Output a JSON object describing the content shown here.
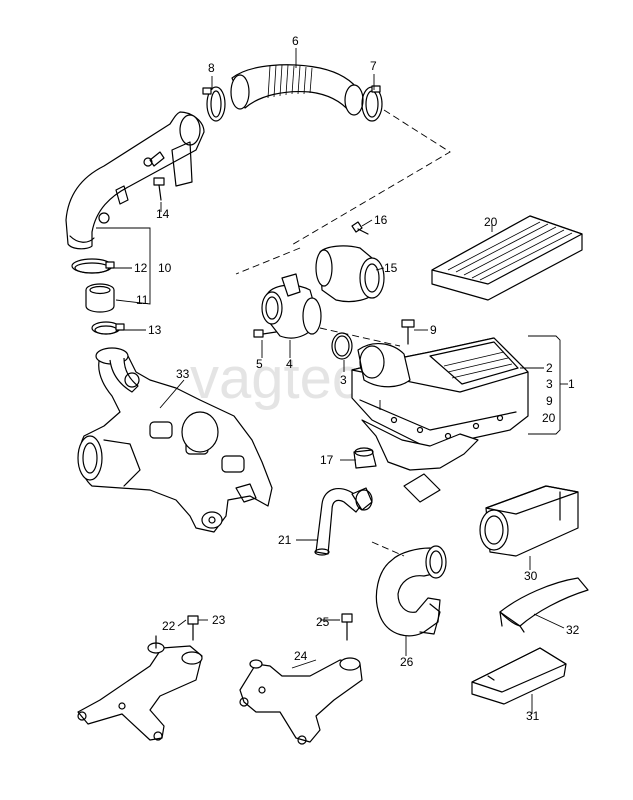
{
  "watermark": "vagtec.ru",
  "callouts": {
    "c1": "1",
    "c2": "2",
    "c3a": "3",
    "c3b": "3",
    "c4": "4",
    "c5": "5",
    "c6": "6",
    "c7": "7",
    "c8": "8",
    "c9a": "9",
    "c9b": "9",
    "c10": "10",
    "c11": "11",
    "c12": "12",
    "c13": "13",
    "c14": "14",
    "c15": "15",
    "c16": "16",
    "c17": "17",
    "c20a": "20",
    "c20b": "20",
    "c21": "21",
    "c22": "22",
    "c23": "23",
    "c24": "24",
    "c25": "25",
    "c26": "26",
    "c30": "30",
    "c31": "31",
    "c32": "32",
    "c33": "33"
  }
}
